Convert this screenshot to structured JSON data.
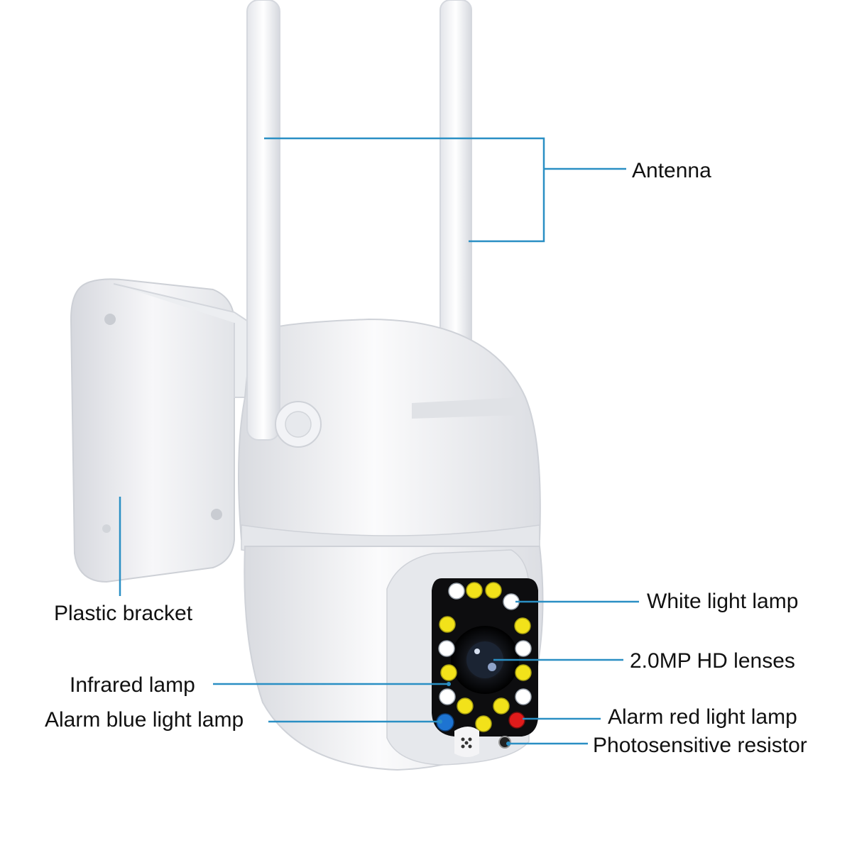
{
  "colors": {
    "leader": "#2a8fc4",
    "body": "#f4f4f6",
    "shadow": "#cfd2d8",
    "lens_panel": "#0d0d0f",
    "ir_lamp": "#f2e21a",
    "white_lamp": "#e8eef5",
    "alarm_blue": "#1e74d2",
    "alarm_red": "#e01b1b"
  },
  "labels": {
    "antenna": "Antenna",
    "plastic_bracket": "Plastic bracket",
    "white_light_lamp": "White light lamp",
    "hd_lenses": "2.0MP HD lenses",
    "infrared_lamp": "Infrared lamp",
    "alarm_blue_light_lamp": "Alarm blue light lamp",
    "alarm_red_light_lamp": "Alarm red light lamp",
    "photosensitive_resistor": "Photosensitive resistor"
  }
}
